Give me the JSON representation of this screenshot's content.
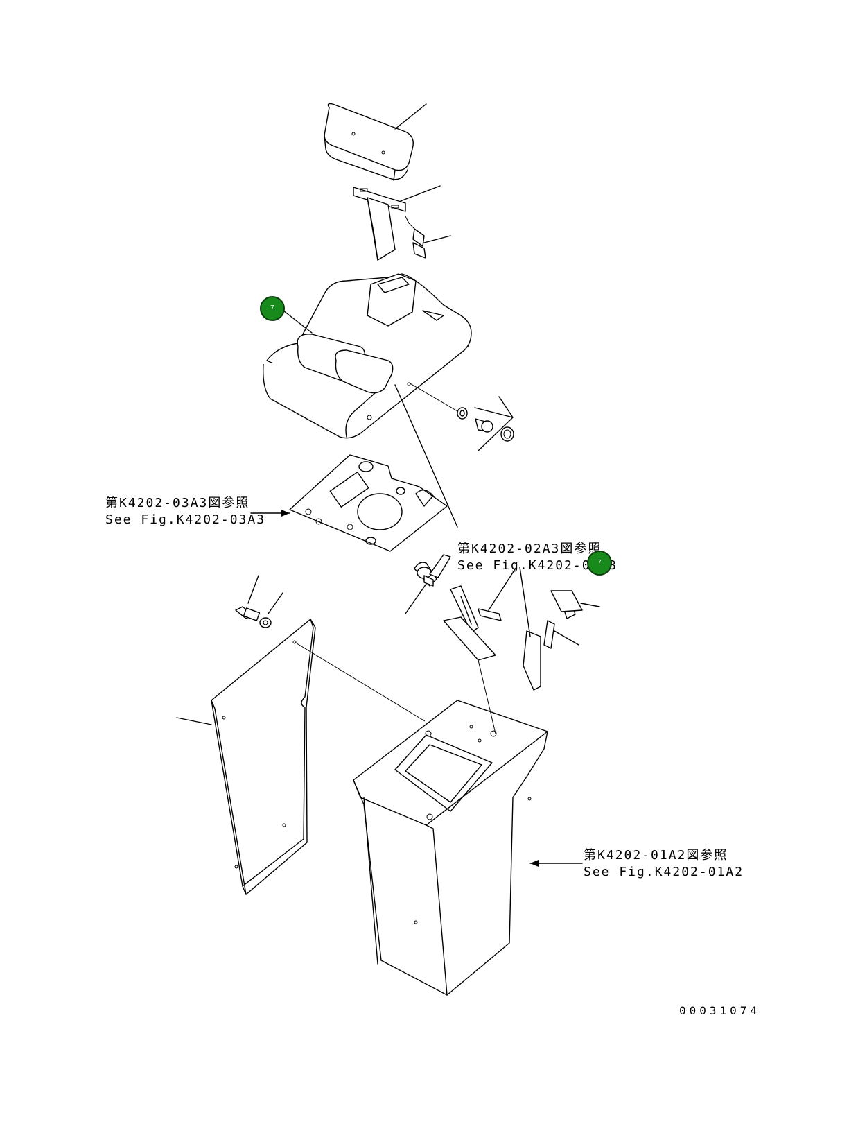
{
  "references": [
    {
      "jp": "第K4202-03A3図参照",
      "en": "See Fig.K4202-03A3"
    },
    {
      "jp": "第K4202-02A3図参照",
      "en": "See Fig.K4202-02A3"
    },
    {
      "jp": "第K4202-01A2図参照",
      "en": "See Fig.K4202-01A2"
    }
  ],
  "callouts": [
    {
      "label": "7",
      "color": "#188a1c"
    },
    {
      "label": "7",
      "color": "#188a1c"
    }
  ],
  "drawing_number": "00031074"
}
